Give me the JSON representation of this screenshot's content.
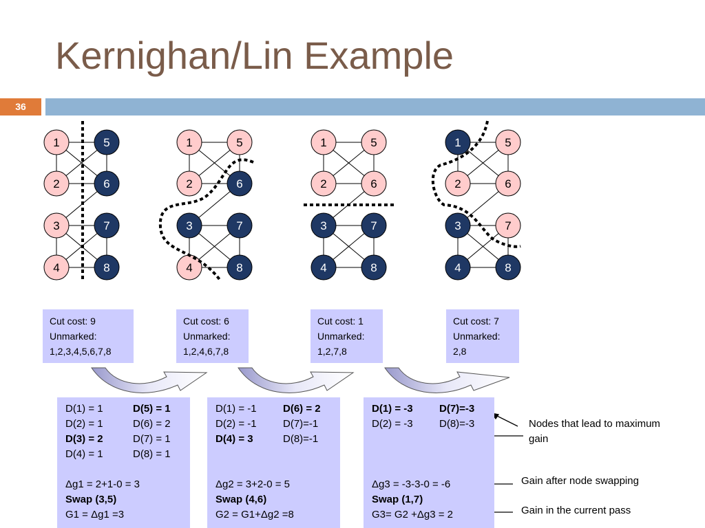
{
  "slide": {
    "title": "Kernighan/Lin Example",
    "page_number": "36"
  },
  "graphs": [
    {
      "dark": [
        5,
        6,
        7,
        8
      ]
    },
    {
      "dark": [
        3,
        6,
        7,
        8
      ]
    },
    {
      "dark": [
        3,
        4,
        7,
        8
      ]
    },
    {
      "dark": [
        1,
        3,
        4,
        8
      ]
    }
  ],
  "cut_boxes": [
    {
      "cost": "Cut cost: 9",
      "unmarked_label": "Unmarked:",
      "unmarked": "1,2,3,4,5,6,7,8"
    },
    {
      "cost": "Cut cost: 6",
      "unmarked_label": "Unmarked:",
      "unmarked": "1,2,4,6,7,8"
    },
    {
      "cost": "Cut cost: 1",
      "unmarked_label": "Unmarked:",
      "unmarked": "1,2,7,8"
    },
    {
      "cost": "Cut cost: 7",
      "unmarked_label": "Unmarked:",
      "unmarked": "2,8"
    }
  ],
  "d_boxes": [
    {
      "rows": [
        [
          "D(1) = 1",
          "D(5) = 1"
        ],
        [
          "D(2) = 1",
          "D(6) = 2"
        ],
        [
          "D(3) = 2",
          "D(7) = 1"
        ],
        [
          "D(4) = 1",
          "D(8) = 1"
        ]
      ],
      "gain": "Δg1 = 2+1-0 = 3",
      "swap": "Swap (3,5)",
      "total": "G1 = Δg1 =3"
    },
    {
      "rows": [
        [
          "D(1) = -1",
          "D(6) = 2"
        ],
        [
          "D(2) = -1",
          "D(7)=-1"
        ],
        [
          "D(4) = 3",
          "D(8)=-1"
        ]
      ],
      "gain": "Δg2 = 3+2-0 = 5",
      "swap": "Swap (4,6)",
      "total": "G2 = G1+Δg2 =8"
    },
    {
      "rows": [
        [
          "D(1) = -3",
          "D(7)=-3"
        ],
        [
          "D(2) = -3",
          "D(8)=-3"
        ]
      ],
      "gain": "Δg3 = -3-3-0 = -6",
      "swap": "Swap (1,7)",
      "total": "G3= G2 +Δg3 = 2"
    }
  ],
  "annotations": {
    "max_gain_line1": "Nodes that lead to maximum",
    "max_gain_line2": "gain",
    "after_swap": "Gain after node swapping",
    "current_pass": "Gain in the current pass"
  },
  "colors": {
    "title": "#7a5c4a",
    "bar": "#8fb3d3",
    "page_badge": "#e07b39",
    "node_light": "#ffcccc",
    "node_dark": "#1f3864",
    "box_fill": "#ccccff"
  }
}
